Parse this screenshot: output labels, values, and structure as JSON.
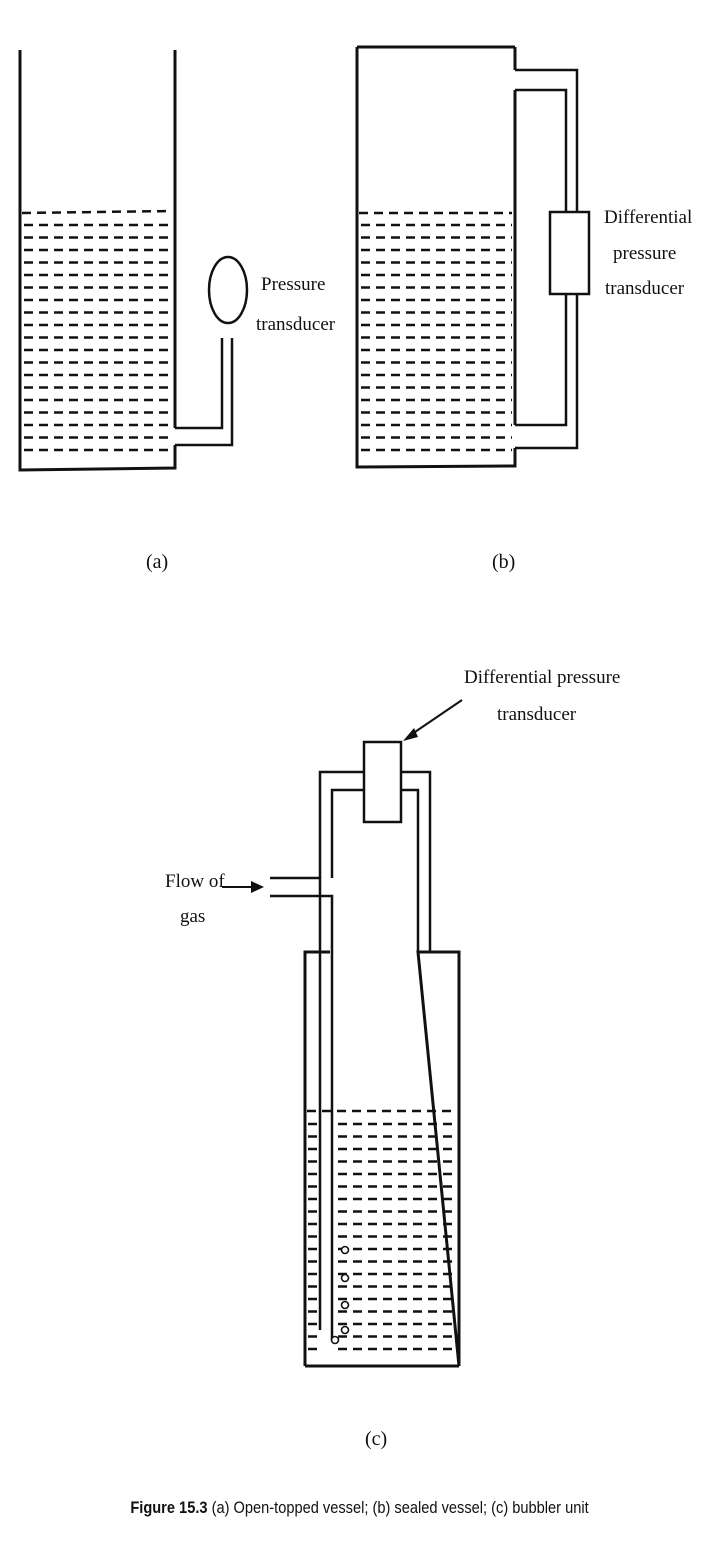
{
  "panel_a": {
    "label": "(a)",
    "transducer_label": [
      "Pressure",
      "transducer"
    ]
  },
  "panel_b": {
    "label": "(b)",
    "transducer_label": [
      "Differential",
      "pressure",
      "transducer"
    ]
  },
  "panel_c": {
    "label": "(c)",
    "transducer_label": [
      "Differential pressure",
      "transducer"
    ],
    "inlet_label": [
      "Flow of",
      "gas"
    ]
  },
  "caption": {
    "figure_number": "Figure 15.3",
    "text": "(a) Open-topped vessel; (b) sealed vessel; (c) bubbler unit"
  }
}
